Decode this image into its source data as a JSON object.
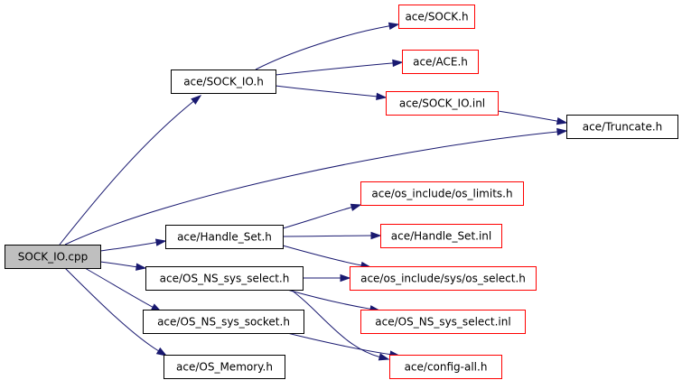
{
  "diagram": {
    "type": "include-dependency-graph",
    "colors": {
      "root_fill": "#bfbfbf",
      "root_stroke": "#000000",
      "documented_stroke": "#000000",
      "undocumented_stroke": "#ff0000",
      "edge": "#191970"
    },
    "nodes": [
      {
        "id": "sock_io_cpp",
        "label": "SOCK_IO.cpp",
        "kind": "root"
      },
      {
        "id": "sock_io_h",
        "label": "ace/SOCK_IO.h",
        "kind": "documented"
      },
      {
        "id": "sock_h",
        "label": "ace/SOCK.h",
        "kind": "undocumented"
      },
      {
        "id": "ace_h",
        "label": "ace/ACE.h",
        "kind": "undocumented"
      },
      {
        "id": "sock_io_inl",
        "label": "ace/SOCK_IO.inl",
        "kind": "undocumented"
      },
      {
        "id": "truncate_h",
        "label": "ace/Truncate.h",
        "kind": "documented"
      },
      {
        "id": "handle_set_h",
        "label": "ace/Handle_Set.h",
        "kind": "documented"
      },
      {
        "id": "os_limits_h",
        "label": "ace/os_include/os_limits.h",
        "kind": "undocumented"
      },
      {
        "id": "handle_set_inl",
        "label": "ace/Handle_Set.inl",
        "kind": "undocumented"
      },
      {
        "id": "os_ns_sys_select_h",
        "label": "ace/OS_NS_sys_select.h",
        "kind": "documented"
      },
      {
        "id": "os_select_h",
        "label": "ace/os_include/sys/os_select.h",
        "kind": "undocumented"
      },
      {
        "id": "os_ns_sys_select_inl",
        "label": "ace/OS_NS_sys_select.inl",
        "kind": "undocumented"
      },
      {
        "id": "os_ns_sys_socket_h",
        "label": "ace/OS_NS_sys_socket.h",
        "kind": "documented"
      },
      {
        "id": "config_all_h",
        "label": "ace/config-all.h",
        "kind": "undocumented"
      },
      {
        "id": "os_memory_h",
        "label": "ace/OS_Memory.h",
        "kind": "documented"
      }
    ],
    "edges": [
      {
        "from": "sock_io_cpp",
        "to": "sock_io_h"
      },
      {
        "from": "sock_io_cpp",
        "to": "truncate_h"
      },
      {
        "from": "sock_io_cpp",
        "to": "handle_set_h"
      },
      {
        "from": "sock_io_cpp",
        "to": "os_ns_sys_select_h"
      },
      {
        "from": "sock_io_cpp",
        "to": "os_ns_sys_socket_h"
      },
      {
        "from": "sock_io_cpp",
        "to": "os_memory_h"
      },
      {
        "from": "sock_io_h",
        "to": "sock_h"
      },
      {
        "from": "sock_io_h",
        "to": "ace_h"
      },
      {
        "from": "sock_io_h",
        "to": "sock_io_inl"
      },
      {
        "from": "sock_io_inl",
        "to": "truncate_h"
      },
      {
        "from": "handle_set_h",
        "to": "os_limits_h"
      },
      {
        "from": "handle_set_h",
        "to": "handle_set_inl"
      },
      {
        "from": "handle_set_h",
        "to": "os_select_h"
      },
      {
        "from": "os_ns_sys_select_h",
        "to": "os_select_h"
      },
      {
        "from": "os_ns_sys_select_h",
        "to": "os_ns_sys_select_inl"
      },
      {
        "from": "os_ns_sys_select_h",
        "to": "config_all_h"
      },
      {
        "from": "os_ns_sys_socket_h",
        "to": "config_all_h"
      }
    ]
  }
}
